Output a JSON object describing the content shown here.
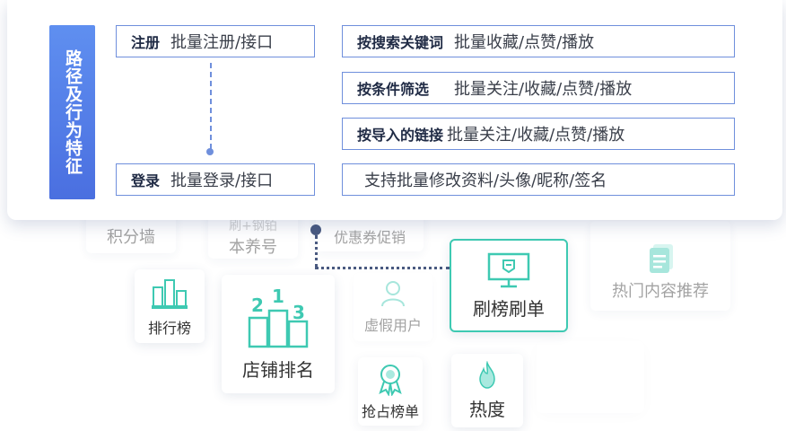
{
  "panel": {
    "vertical_title": "路径及行为特征",
    "left_boxes": [
      {
        "key": "注册",
        "value": "批量注册/接口"
      },
      {
        "key": "登录",
        "value": "批量登录/接口"
      }
    ],
    "right_boxes": [
      {
        "key": "按搜索关键词",
        "value": "批量收藏/点赞/播放"
      },
      {
        "key": "按条件筛选",
        "value": "批量关注/收藏/点赞/播放"
      },
      {
        "key": "按导入的链接",
        "value": "批量关注/收藏/点赞/播放"
      },
      {
        "key": "",
        "value": "支持批量修改资料/头像/昵称/签名"
      }
    ]
  },
  "cards": {
    "jifenqiang": "积分墙",
    "yanghao_top": "刷+钢铂",
    "yanghao": "本养号",
    "youhuiquan": "优惠券促销",
    "paihangbang": "排行榜",
    "dianpu": "店铺排名",
    "dianpu_ranks": [
      "2",
      "1",
      "3"
    ],
    "xujia": "虚假用户",
    "shuabang": "刷榜刷单",
    "remen": "热门内容推荐",
    "qiangzhan": "抢占榜单",
    "redu": "热度"
  },
  "colors": {
    "accent": "#4a6fe0",
    "teal": "#3ec9b2",
    "box_border": "#6f8fdc"
  }
}
